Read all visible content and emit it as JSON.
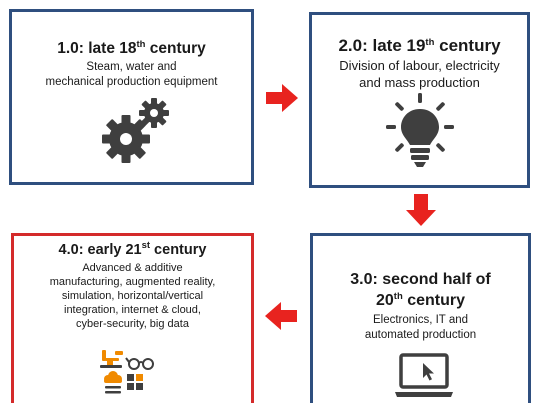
{
  "stages": [
    {
      "title_main": "1.0: late 18",
      "title_sup": "th",
      "title_end": " century",
      "desc_lines": [
        "Steam, water and",
        "mechanical production equipment"
      ],
      "icon": "gears-icon"
    },
    {
      "title_main": "2.0: late 19",
      "title_sup": "th",
      "title_end": " century",
      "desc_lines": [
        "Division of labour, electricity",
        "and mass production"
      ],
      "icon": "lightbulb-icon"
    },
    {
      "title_line1": "3.0: second half of",
      "title_main": "20",
      "title_sup": "th",
      "title_end": " century",
      "desc_lines": [
        "Electronics, IT and",
        "automated production"
      ],
      "icon": "laptop-cursor-icon"
    },
    {
      "title_main": "4.0: early 21",
      "title_sup": "st",
      "title_end": " century",
      "desc_lines": [
        "Advanced & additive",
        "manufacturing, augmented reality,",
        "simulation, horizontal/vertical",
        "integration, internet & cloud,",
        "cyber-security, big data"
      ],
      "icon": "industry-4-icons"
    }
  ],
  "colors": {
    "blue_border": "#2f4f7f",
    "red_border": "#d42a2a",
    "arrow": "#e8231f",
    "icon_gray": "#3f3f3f",
    "icon_orange": "#f08a00"
  },
  "arrows": [
    "arrow-right-icon",
    "arrow-down-icon",
    "arrow-left-icon"
  ]
}
